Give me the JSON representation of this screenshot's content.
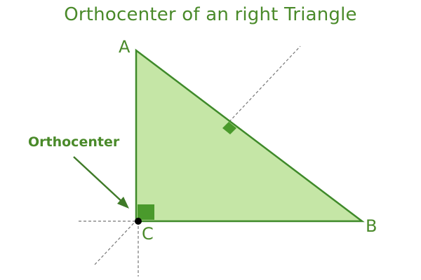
{
  "title": "Orthocenter of an right Triangle",
  "vertices": {
    "a": "A",
    "b": "B",
    "c": "C"
  },
  "callout": "Orthocenter",
  "colors": {
    "accent": "#4a8a2a",
    "triangle_fill": "#c5e6a6",
    "triangle_stroke": "#3f8a2a",
    "right_angle_marker": "#4a9a2c",
    "dashed_line": "#777777",
    "orthocenter_point": "#000000"
  }
}
